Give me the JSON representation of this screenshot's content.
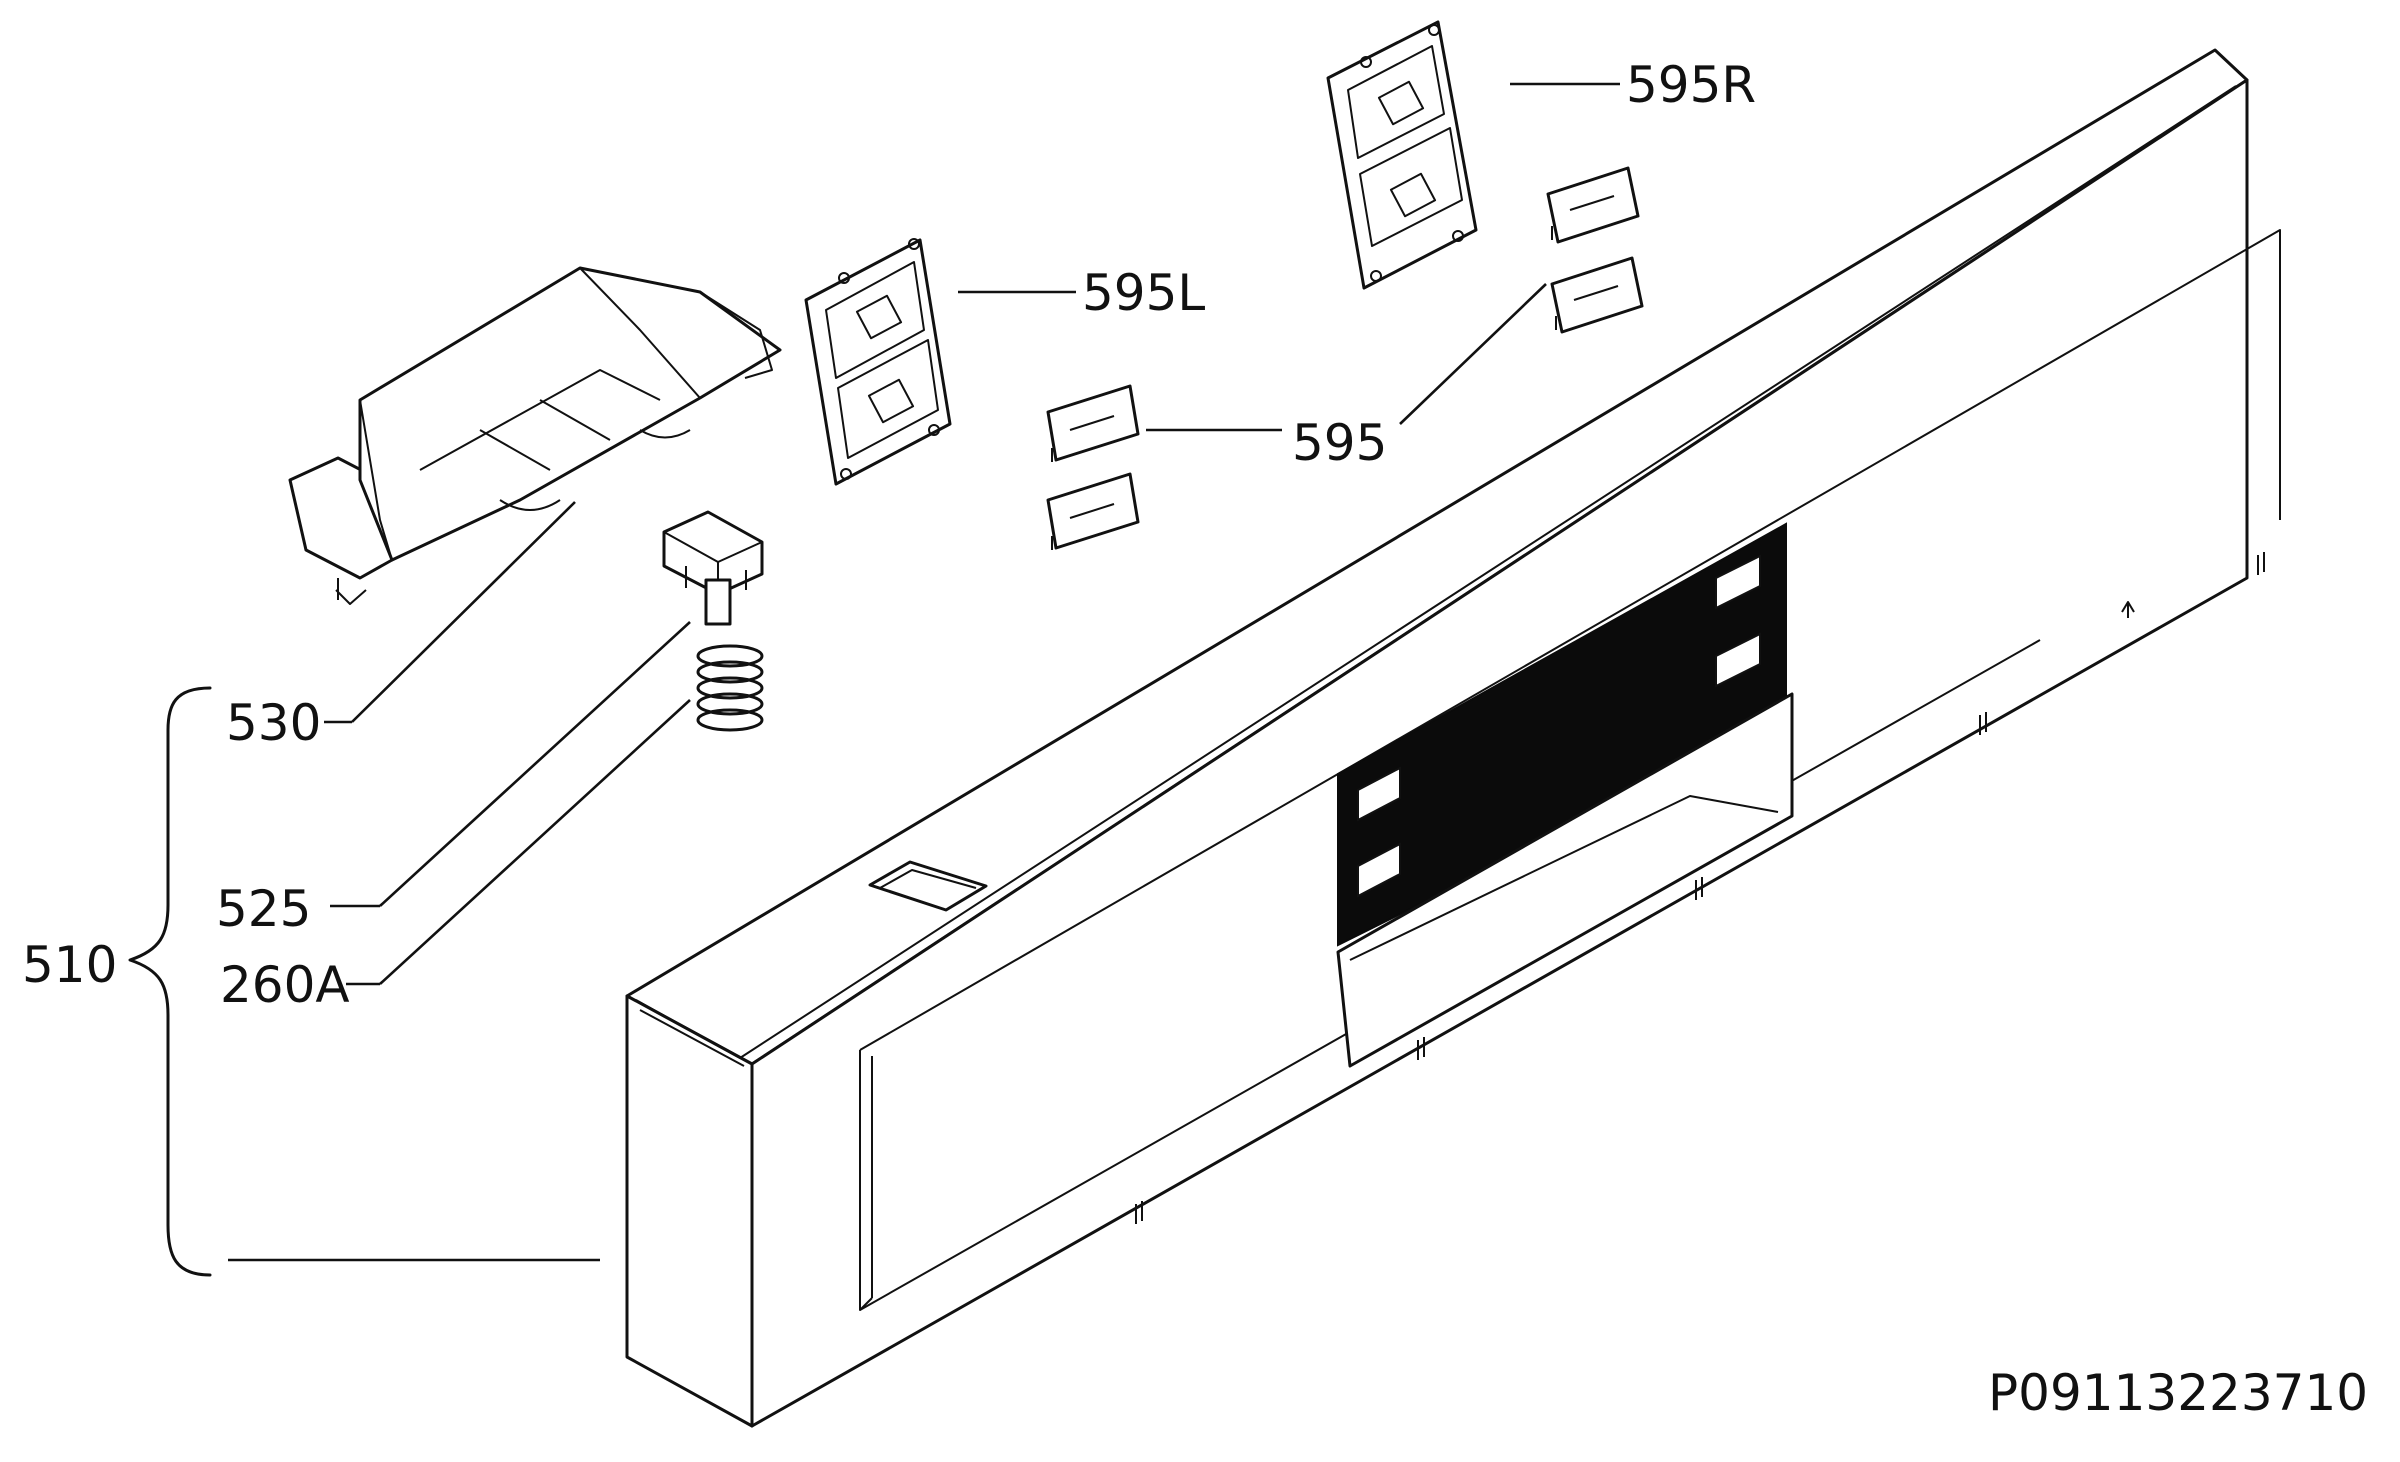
{
  "diagram": {
    "drawing_number": "P09113223710",
    "callouts": [
      {
        "id": "510",
        "label": "510",
        "part": "control-panel-assembly"
      },
      {
        "id": "530",
        "label": "530",
        "part": "button-carrier"
      },
      {
        "id": "525",
        "label": "525",
        "part": "push-button"
      },
      {
        "id": "260A",
        "label": "260A",
        "part": "spring"
      },
      {
        "id": "595L",
        "label": "595L",
        "part": "button-bracket-left"
      },
      {
        "id": "595R",
        "label": "595R",
        "part": "button-bracket-right"
      },
      {
        "id": "595",
        "label": "595",
        "part": "push-button-key"
      }
    ]
  }
}
